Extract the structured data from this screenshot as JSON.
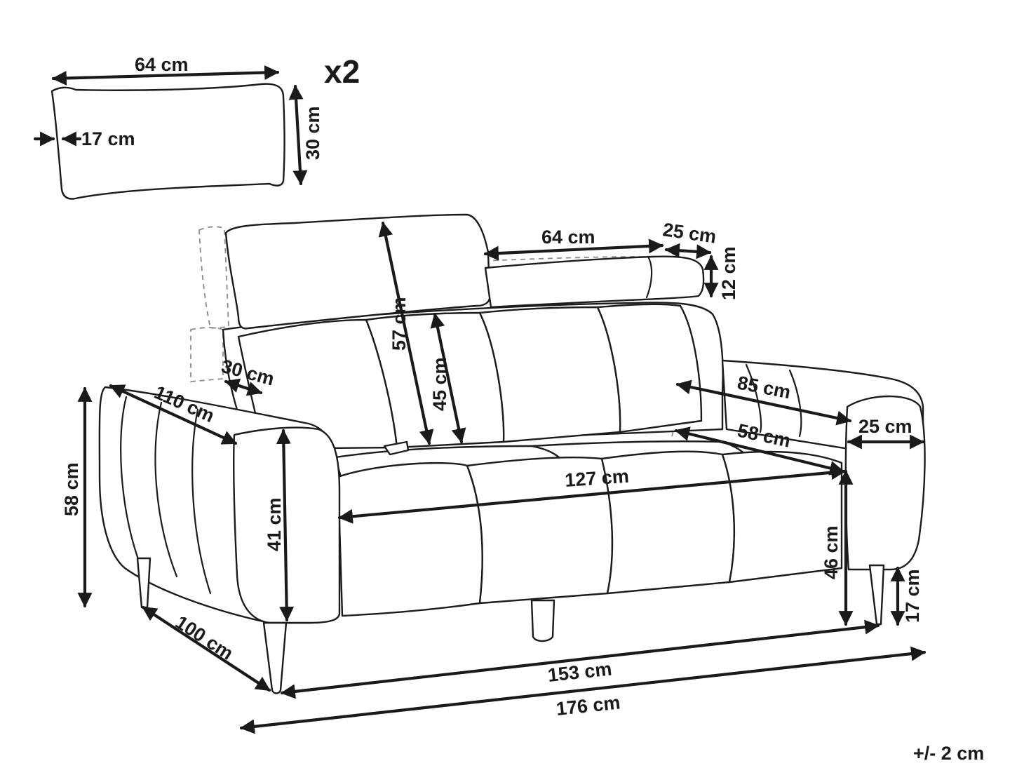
{
  "pillow": {
    "quantity": "x2",
    "width": "64 cm",
    "depth": "17 cm",
    "height": "30 cm"
  },
  "headrest": {
    "height": "57 cm",
    "width": "64 cm",
    "depth": "25 cm",
    "thickness": "12 cm"
  },
  "sofa": {
    "back_cushion_height": "45 cm",
    "armrest_inner_depth": "30 cm",
    "armrest_length": "110 cm",
    "total_height": "58 cm",
    "armrest_height": "41 cm",
    "total_depth": "100 cm",
    "depth_with_headrest": "85 cm",
    "seat_depth": "58 cm",
    "armrest_width": "25 cm",
    "seat_width": "127 cm",
    "seat_height": "46 cm",
    "leg_height": "17 cm",
    "inner_width": "153 cm",
    "total_width": "176 cm"
  },
  "tolerance": "+/- 2 cm"
}
